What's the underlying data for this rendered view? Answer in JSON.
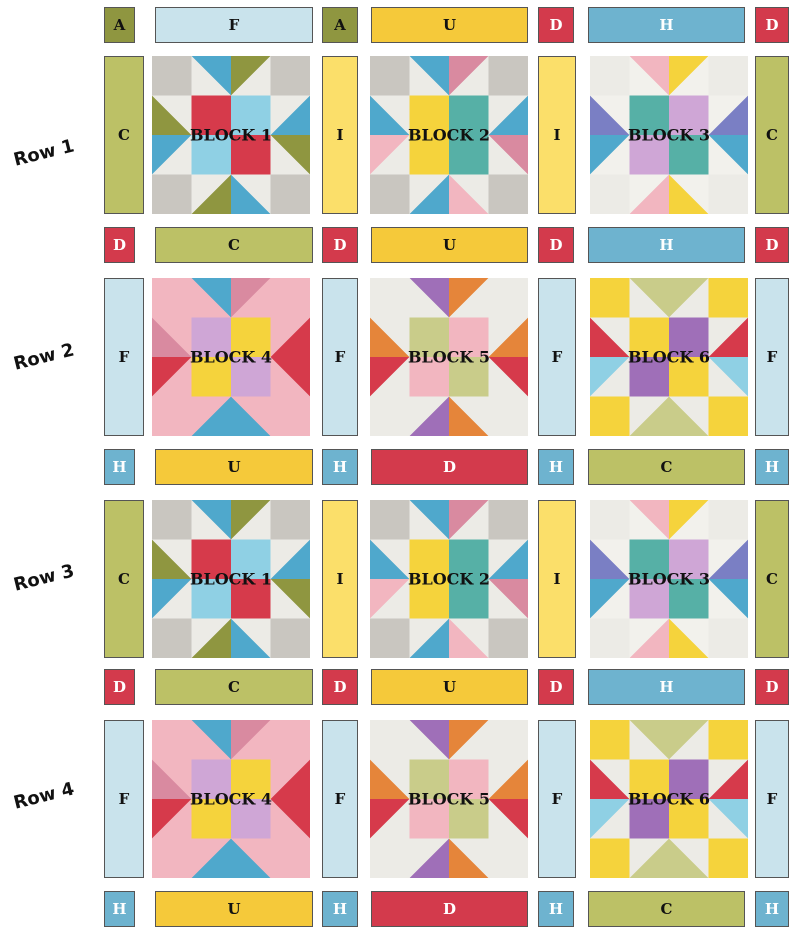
{
  "colors": {
    "A": "#8f9640",
    "C": "#bcc166",
    "D": "#d33a4c",
    "F": "#c9e3ec",
    "H": "#6eb3cf",
    "I": "#fbdf6a",
    "U": "#f5c93a",
    "text_light": "#ffffff",
    "text_dark": "#111111",
    "grey": "#c9c6c0",
    "light": "#ecebe6",
    "offwhite": "#f2f1ec",
    "pink": "#f2b6c0",
    "rose": "#d98aa0",
    "teal": "#56b0a6",
    "lilac": "#cfa6d6",
    "purple": "#9f6fb8",
    "orange": "#e5853a",
    "yellow": "#f5d33c",
    "blue": "#4fa8cc",
    "sky": "#8fd0e4",
    "red": "#d63a4b",
    "olive": "#8f9640",
    "sage": "#c9cc8a",
    "periwinkle": "#7a7fc4"
  },
  "rows": [
    {
      "label": "Row 1"
    },
    {
      "label": "Row 2"
    },
    {
      "label": "Row 3"
    },
    {
      "label": "Row 4"
    }
  ],
  "sashing_rows": [
    [
      "A",
      "F",
      "A",
      "U",
      "D",
      "H",
      "D"
    ],
    [
      "D",
      "C",
      "D",
      "U",
      "D",
      "H",
      "D"
    ],
    [
      "H",
      "U",
      "H",
      "D",
      "H",
      "C",
      "H"
    ],
    [
      "D",
      "C",
      "D",
      "U",
      "D",
      "H",
      "D"
    ],
    [
      "H",
      "U",
      "H",
      "D",
      "H",
      "C",
      "H"
    ]
  ],
  "side_strips": [
    [
      "C",
      "I",
      "I",
      "C"
    ],
    [
      "F",
      "F",
      "F",
      "F"
    ],
    [
      "C",
      "I",
      "I",
      "C"
    ],
    [
      "F",
      "F",
      "F",
      "F"
    ]
  ],
  "blocks": [
    [
      "BLOCK 1",
      "BLOCK 2",
      "BLOCK 3"
    ],
    [
      "BLOCK 4",
      "BLOCK 5",
      "BLOCK 6"
    ],
    [
      "BLOCK 1",
      "BLOCK 2",
      "BLOCK 3"
    ],
    [
      "BLOCK 4",
      "BLOCK 5",
      "BLOCK 6"
    ]
  ],
  "block_palettes": {
    "BLOCK 1": {
      "bg": "light",
      "corner": "grey",
      "center": [
        "red",
        "sky",
        "sky",
        "red"
      ],
      "points": [
        "blue",
        "olive",
        "blue",
        "olive",
        "blue",
        "olive",
        "blue",
        "olive"
      ]
    },
    "BLOCK 2": {
      "bg": "light",
      "corner": "grey",
      "center": [
        "yellow",
        "teal",
        "yellow",
        "teal"
      ],
      "points": [
        "blue",
        "rose",
        "blue",
        "rose",
        "pink",
        "blue",
        "pink",
        "blue"
      ]
    },
    "BLOCK 3": {
      "bg": "offwhite",
      "corner": "light",
      "center": [
        "teal",
        "lilac",
        "lilac",
        "teal"
      ],
      "points": [
        "pink",
        "yellow",
        "periwinkle",
        "blue",
        "yellow",
        "pink",
        "blue",
        "periwinkle"
      ]
    },
    "BLOCK 4": {
      "bg": "pink",
      "corner": "pink",
      "center": [
        "lilac",
        "yellow",
        "yellow",
        "lilac"
      ],
      "points": [
        "blue",
        "rose",
        "red",
        "red",
        "blue",
        "blue",
        "red",
        "rose"
      ]
    },
    "BLOCK 5": {
      "bg": "light",
      "corner": "light",
      "center": [
        "sage",
        "pink",
        "pink",
        "sage"
      ],
      "points": [
        "purple",
        "orange",
        "orange",
        "red",
        "orange",
        "purple",
        "red",
        "orange"
      ]
    },
    "BLOCK 6": {
      "bg": "light",
      "corner": "yellow",
      "center": [
        "yellow",
        "purple",
        "purple",
        "yellow"
      ],
      "points": [
        "sage",
        "sage",
        "red",
        "sky",
        "sage",
        "sage",
        "sky",
        "red"
      ]
    }
  }
}
